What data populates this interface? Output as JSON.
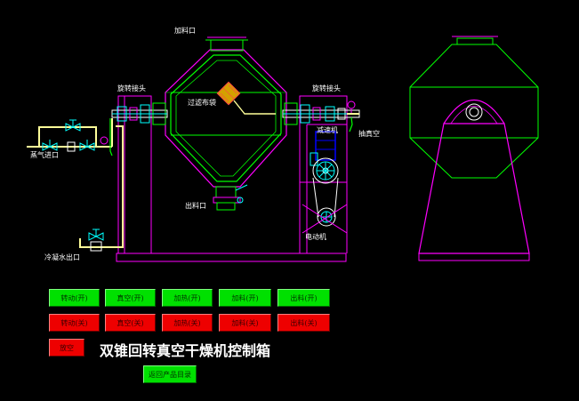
{
  "labels": {
    "feed_inlet": "加料口",
    "rotary_joint_left": "旋转接头",
    "rotary_joint_right": "旋转接头",
    "filter_bag": "过滤布袋",
    "steam_inlet": "蒸气进口",
    "outlet": "出料口",
    "reducer": "减速机",
    "vacuum": "抽真空",
    "motor": "电动机",
    "condensate_outlet": "冷凝水出口"
  },
  "buttons_on": [
    "转动(开)",
    "真空(开)",
    "加热(开)",
    "加料(开)",
    "出料(开)"
  ],
  "buttons_off": [
    "转动(关)",
    "真空(关)",
    "加热(关)",
    "加料(关)",
    "出料(关)"
  ],
  "buttons_extra": {
    "release": "放空",
    "back": "返回产品目录"
  },
  "page_title": "双锥回转真空干燥机控制箱",
  "colors": {
    "frame": "#ff00ff",
    "vessel": "#00ff00",
    "pipe": "#ffff99",
    "button_on": "#00e000",
    "button_off": "#ee0000",
    "motor": "#0000ff"
  }
}
